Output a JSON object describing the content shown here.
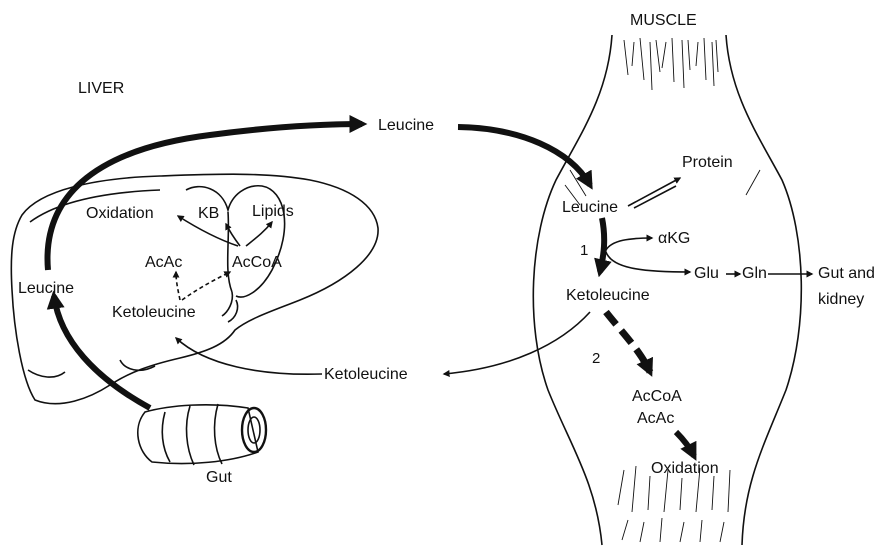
{
  "regions": {
    "liver": "LIVER",
    "muscle": "MUSCLE",
    "gut": "Gut"
  },
  "liver_labels": {
    "leucine": "Leucine",
    "oxidation": "Oxidation",
    "kb": "KB",
    "lipids": "Lipids",
    "acac": "AcAc",
    "accoa": "AcCoA",
    "ketoleucine": "Ketoleucine"
  },
  "circulation": {
    "leucine": "Leucine",
    "ketoleucine": "Ketoleucine"
  },
  "muscle_labels": {
    "protein": "Protein",
    "leucine": "Leucine",
    "step1": "1",
    "akg": "αKG",
    "glu": "Glu",
    "gln": "Gln",
    "gut_kidney_line1": "Gut and",
    "gut_kidney_line2": "kidney",
    "ketoleucine": "Ketoleucine",
    "step2": "2",
    "accoa": "AcCoA",
    "acac": "AcAc",
    "oxidation": "Oxidation"
  },
  "colors": {
    "ink": "#111111",
    "background": "#ffffff"
  }
}
